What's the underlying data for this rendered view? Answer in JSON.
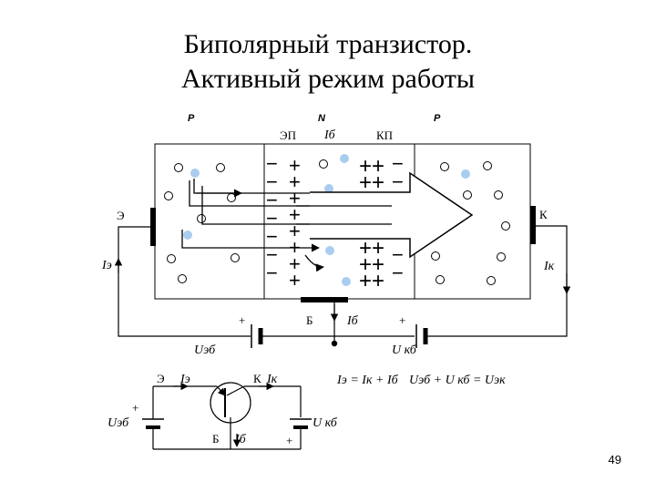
{
  "title": {
    "line1": "Биполярный транзистор.",
    "line2": "Активный режим работы"
  },
  "regions": {
    "p_left": "P",
    "n_base": "N",
    "p_right": "P",
    "emitter_junction": "ЭП",
    "collector_junction": "КП",
    "base_current_top": "Iб"
  },
  "terminals": {
    "emitter": "Э",
    "collector": "К",
    "base": "Б",
    "emitter_current": "Iэ",
    "collector_current": "Iк",
    "base_current": "Iб"
  },
  "supplies": {
    "u_eb": "Uэб",
    "u_kb": "U кб",
    "plus_left": "+",
    "plus_right": "+"
  },
  "schematic": {
    "emitter": "Э",
    "emitter_current": "Iэ",
    "collector": "К",
    "collector_current": "Iк",
    "base": "Б",
    "base_current": "Iб",
    "u_eb": "Uэб",
    "u_kb": "U кб",
    "plus_left": "+",
    "plus_right": "+"
  },
  "equations": {
    "currents": "Iэ = Iк + Iб",
    "voltages": "Uэб + U кб = Uэк"
  },
  "colors": {
    "hole": "#ffffff",
    "electron": "#a9cdef",
    "line": "#000000"
  },
  "page_number": "49"
}
